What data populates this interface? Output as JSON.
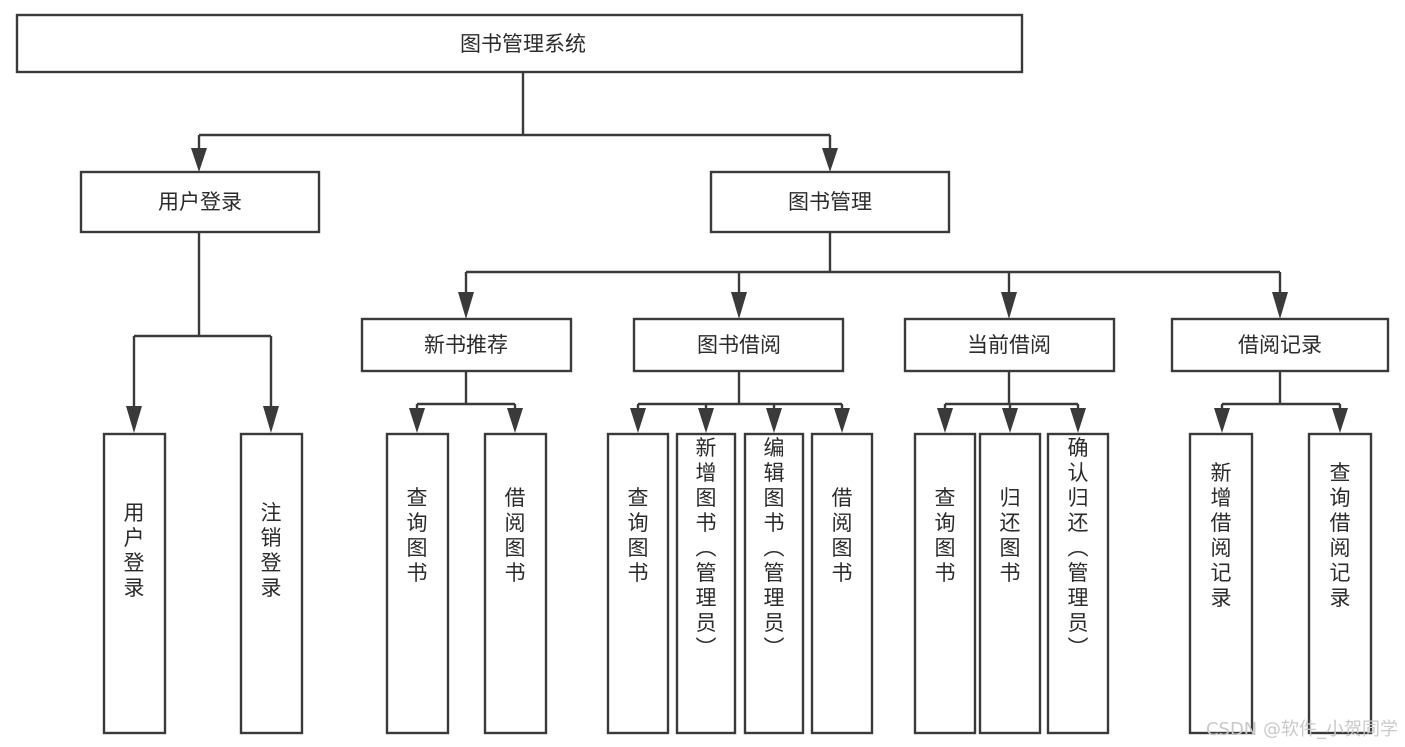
{
  "diagram": {
    "title": "图书管理系统",
    "type": "tree-hierarchy-diagram",
    "colors": {
      "stroke": "#3a3a3a",
      "box_fill": "#ffffff",
      "text": "#2b2b2b",
      "background": "#ffffff",
      "watermark": "#c9c9c9"
    },
    "root": {
      "label": "图书管理系统"
    },
    "level2": [
      {
        "label": "用户登录"
      },
      {
        "label": "图书管理"
      }
    ],
    "level3": [
      {
        "label": "新书推荐"
      },
      {
        "label": "图书借阅"
      },
      {
        "label": "当前借阅"
      },
      {
        "label": "借阅记录"
      }
    ],
    "leaves": {
      "user_login": [
        {
          "label": "用户登录"
        },
        {
          "label": "注销登录"
        }
      ],
      "new_book_recommend": [
        {
          "label": "查询图书"
        },
        {
          "label": "借阅图书"
        }
      ],
      "book_borrow": [
        {
          "label": "查询图书"
        },
        {
          "label": "新增图书（管理员）"
        },
        {
          "label": "编辑图书（管理员）"
        },
        {
          "label": "借阅图书"
        }
      ],
      "current_borrow": [
        {
          "label": "查询图书"
        },
        {
          "label": "归还图书"
        },
        {
          "label": "确认归还（管理员）"
        }
      ],
      "borrow_record": [
        {
          "label": "新增借阅记录"
        },
        {
          "label": "查询借阅记录"
        }
      ]
    }
  },
  "watermark": {
    "text": "CSDN @软件_小贺同学"
  }
}
